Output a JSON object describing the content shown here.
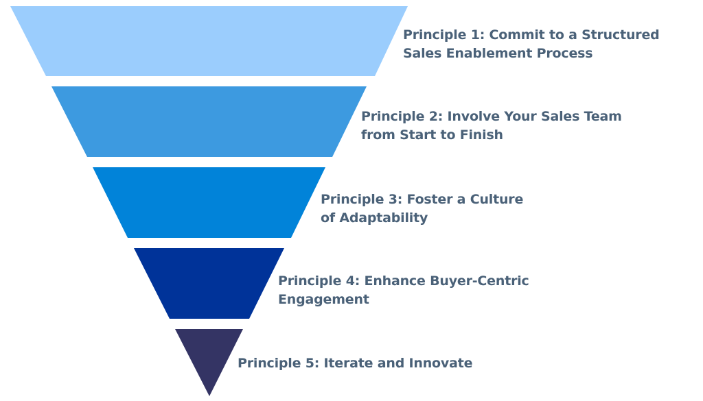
{
  "diagram": {
    "type": "inverted-funnel",
    "text_color": "#4a6178",
    "stages": [
      {
        "id": 1,
        "color": "#9bcdfd",
        "label_lines": [
          "Principle 1: Commit to a Structured",
          "Sales Enablement Process"
        ]
      },
      {
        "id": 2,
        "color": "#3d9ae0",
        "label_lines": [
          "Principle 2: Involve Your Sales Team",
          "from Start to Finish"
        ]
      },
      {
        "id": 3,
        "color": "#0183d9",
        "label_lines": [
          "Principle 3: Foster a Culture",
          "of Adaptability"
        ]
      },
      {
        "id": 4,
        "color": "#003399",
        "label_lines": [
          "Principle 4: Enhance Buyer-Centric",
          "Engagement"
        ]
      },
      {
        "id": 5,
        "color": "#343464",
        "label_lines": [
          "Principle 5: Iterate and Innovate"
        ]
      }
    ]
  }
}
